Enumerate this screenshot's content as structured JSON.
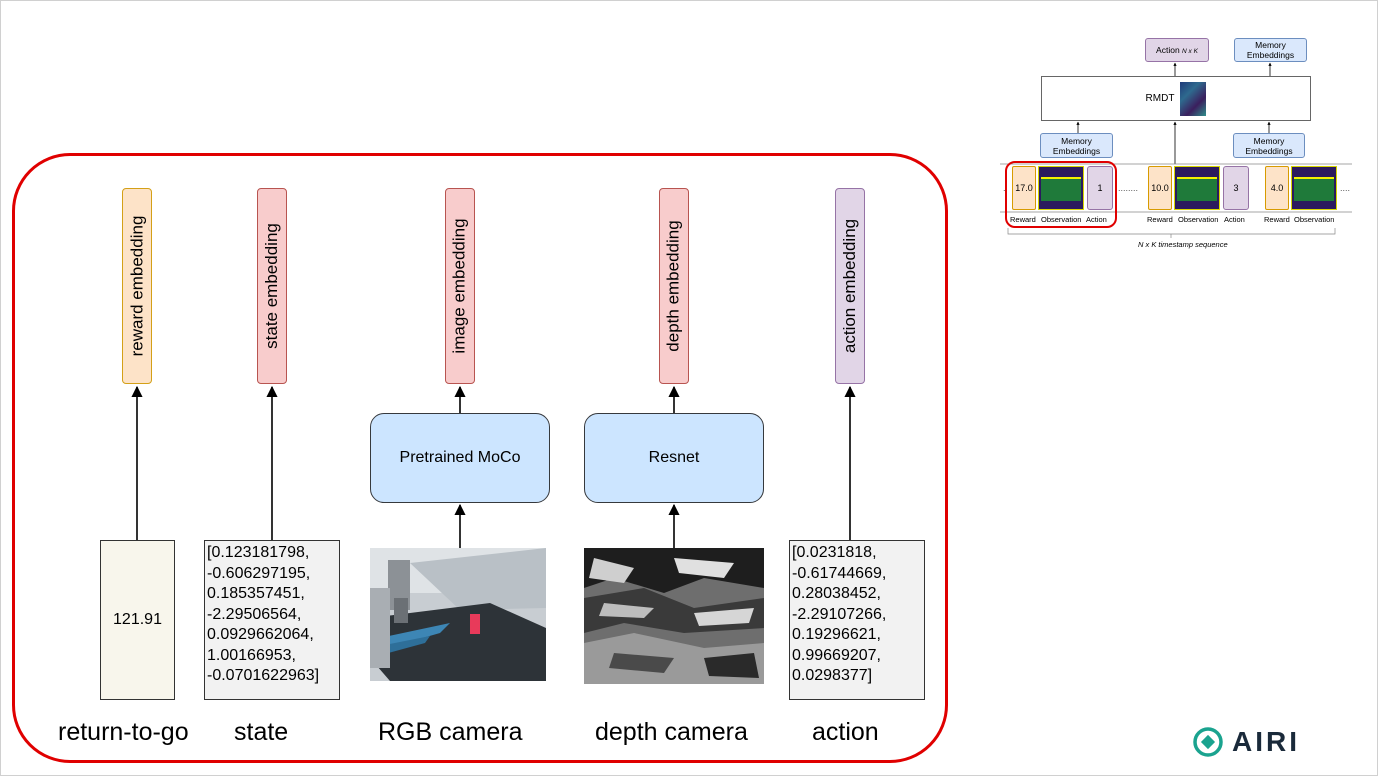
{
  "embeddings": {
    "reward": "reward embedding",
    "state": "state embedding",
    "image": "image embedding",
    "depth": "depth embedding",
    "action": "action embedding"
  },
  "models": {
    "image_encoder": "Pretrained MoCo",
    "depth_encoder": "Resnet"
  },
  "inputs": {
    "return_to_go_value": "121.91",
    "state_values": "[0.123181798,\n-0.606297195,\n0.185357451,\n-2.29506564,\n0.0929662064,\n1.00166953,\n-0.0701622963]",
    "action_values": "[0.0231818,\n-0.61744669,\n0.28038452,\n-2.29107266,\n0.19296621,\n0.99669207,\n0.0298377]"
  },
  "labels": {
    "return_to_go": "return-to-go",
    "state": "state",
    "rgb": "RGB camera",
    "depth": "depth camera",
    "action": "action"
  },
  "mini_diagram": {
    "action_out": "Action",
    "action_out_sub": "N x K",
    "memory_out": "Memory\nEmbeddings",
    "rmdt": "RMDT",
    "memory_in_left": "Memory\nEmbeddings",
    "memory_in_right": "Memory\nEmbeddings",
    "tokens": {
      "reward_1": "17.0",
      "action_1": "1",
      "reward_2": "10.0",
      "action_2": "3",
      "reward_3": "4.0"
    },
    "token_labels": {
      "reward_1": "Reward",
      "obs_1": "Observation",
      "action_1": "Action",
      "reward_2": "Reward",
      "obs_2": "Observation",
      "action_2": "Action",
      "reward_3": "Reward",
      "obs_3": "Observation"
    },
    "sequence_label": "N x K timestamp sequence"
  },
  "logo": {
    "text": "AIRI",
    "color": "#1aa38f"
  },
  "colors": {
    "highlight": "#e00000",
    "embedding_orange": "#fde3c8",
    "embedding_red": "#f8cccc",
    "embedding_purple": "#e1d5e7",
    "model_blue": "#cce5ff"
  }
}
